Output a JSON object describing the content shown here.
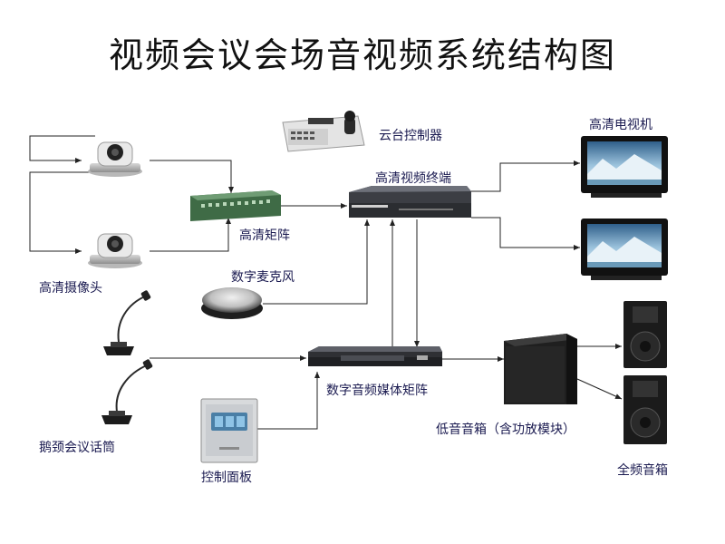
{
  "title": "视频会议会场音视频系统结构图",
  "labels": {
    "ptz_controller": "云台控制器",
    "hd_tv": "高清电视机",
    "hd_video_terminal": "高清视频终端",
    "hd_matrix": "高清矩阵",
    "hd_camera": "高清摄像头",
    "digital_mic": "数字麦克风",
    "gooseneck_mic": "鹅颈会议话筒",
    "digital_audio_matrix": "数字音频媒体矩阵",
    "control_panel": "控制面板",
    "subwoofer": "低音音箱（含功放模块）",
    "full_range_speaker": "全频音箱"
  }
}
